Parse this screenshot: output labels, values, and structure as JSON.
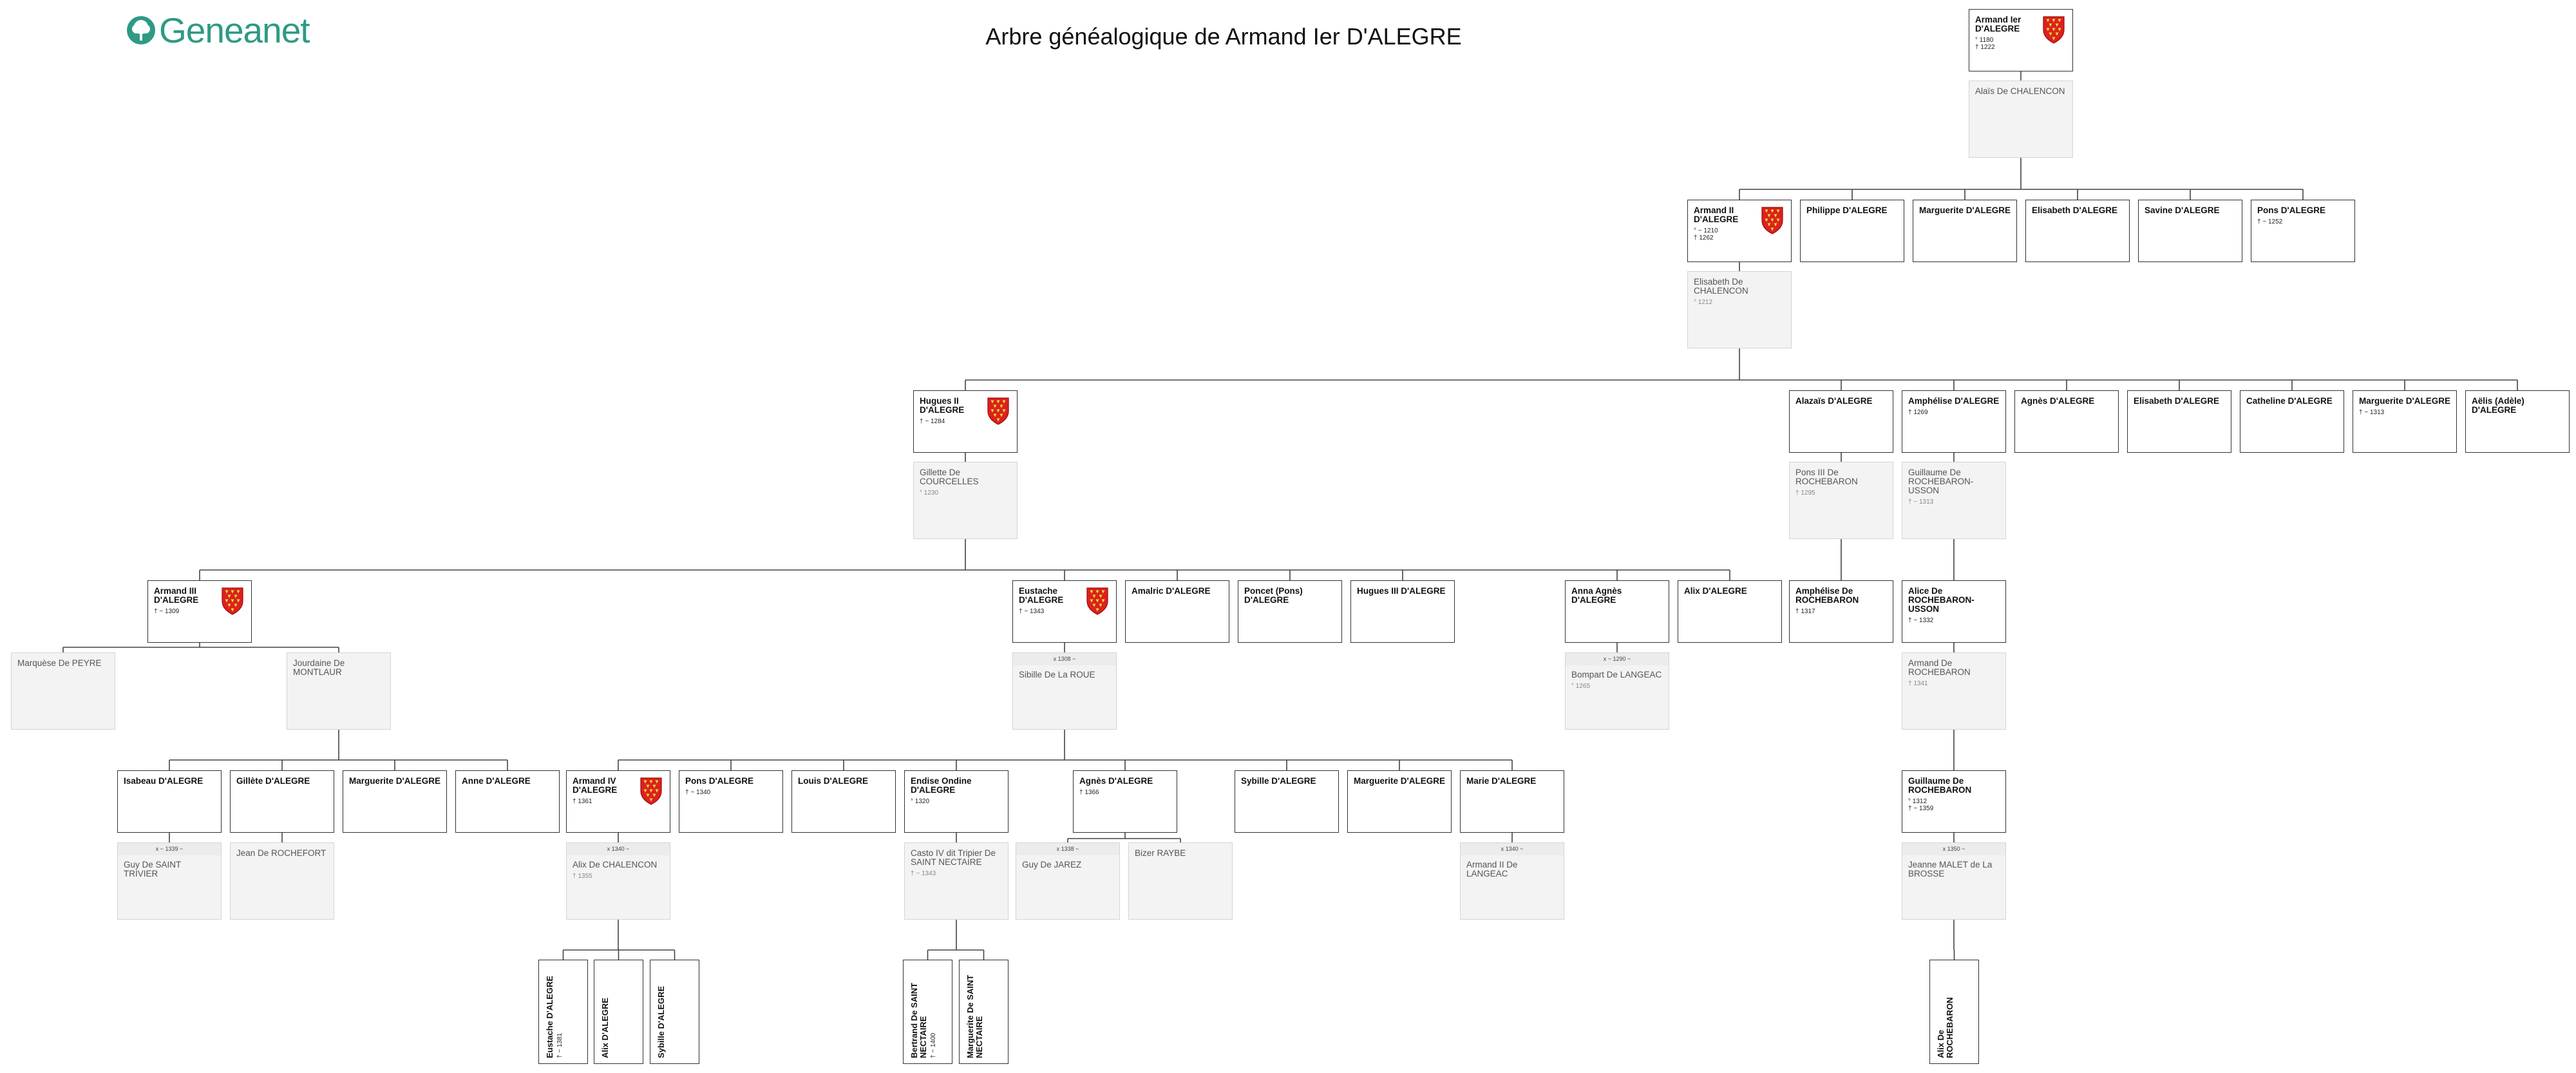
{
  "header": {
    "logo_text": "Geneanet",
    "title": "Arbre généalogique de Armand Ier D'ALEGRE",
    "brand_color": "#2e9a84"
  },
  "persons": [
    {
      "id": "armand1",
      "name": "Armand Ier D'ALEGRE",
      "dates": [
        "° 1180",
        "† 1222"
      ],
      "shield": true
    },
    {
      "id": "alais",
      "name": "Alaïs De CHALENCON",
      "spouse": true
    },
    {
      "id": "armand2",
      "name": "Armand II D'ALEGRE",
      "dates": [
        "° ~ 1210",
        "† 1262"
      ],
      "shield": true
    },
    {
      "id": "philippe",
      "name": "Philippe D'ALEGRE"
    },
    {
      "id": "marguerite1",
      "name": "Marguerite D'ALEGRE"
    },
    {
      "id": "elisabeth1",
      "name": "Elisabeth D'ALEGRE"
    },
    {
      "id": "savine",
      "name": "Savine D'ALEGRE"
    },
    {
      "id": "pons1",
      "name": "Pons D'ALEGRE",
      "dates": [
        "† ~ 1252"
      ]
    },
    {
      "id": "elisabethch",
      "name": "Elisabeth De CHALENCON",
      "dates": [
        "° 1212"
      ],
      "spouse": true
    },
    {
      "id": "hugues2",
      "name": "Hugues II D'ALEGRE",
      "dates": [
        "† ~ 1284"
      ],
      "shield": true
    },
    {
      "id": "alazais",
      "name": "Alazaïs D'ALEGRE"
    },
    {
      "id": "amphelise",
      "name": "Amphélise D'ALEGRE",
      "dates": [
        "† 1269"
      ]
    },
    {
      "id": "agnes1",
      "name": "Agnès D'ALEGRE"
    },
    {
      "id": "elisabeth2",
      "name": "Elisabeth D'ALEGRE"
    },
    {
      "id": "catheline",
      "name": "Catheline D'ALEGRE"
    },
    {
      "id": "marguerite2",
      "name": "Marguerite D'ALEGRE",
      "dates": [
        "† ~ 1313"
      ]
    },
    {
      "id": "aelis",
      "name": "Aëlis (Adèle) D'ALEGRE"
    },
    {
      "id": "gillette",
      "name": "Gillette De COURCELLES",
      "dates": [
        "° 1230"
      ],
      "spouse": true
    },
    {
      "id": "pons3",
      "name": "Pons III De ROCHEBARON",
      "dates": [
        "† 1295"
      ],
      "spouse": true
    },
    {
      "id": "guillaume1",
      "name": "Guillaume De ROCHEBARON-USSON",
      "dates": [
        "† ~ 1313"
      ],
      "spouse": true
    },
    {
      "id": "armand3",
      "name": "Armand III D'ALEGRE",
      "dates": [
        "† ~ 1309"
      ],
      "shield": true
    },
    {
      "id": "eustache",
      "name": "Eustache D'ALEGRE",
      "dates": [
        "† ~ 1343"
      ],
      "shield": true
    },
    {
      "id": "amalric",
      "name": "Amalric D'ALEGRE"
    },
    {
      "id": "poncet",
      "name": "Poncet (Pons) D'ALEGRE"
    },
    {
      "id": "hugues3",
      "name": "Hugues III D'ALEGRE"
    },
    {
      "id": "anna",
      "name": "Anna Agnès D'ALEGRE"
    },
    {
      "id": "alix1",
      "name": "Alix D'ALEGRE"
    },
    {
      "id": "amphelise2",
      "name": "Amphélise De ROCHEBARON",
      "dates": [
        "† 1317"
      ]
    },
    {
      "id": "alice",
      "name": "Alice De ROCHEBARON-USSON",
      "dates": [
        "† ~ 1332"
      ]
    },
    {
      "id": "marquese",
      "name": "Marquèse De PEYRE",
      "spouse": true
    },
    {
      "id": "jourdaine",
      "name": "Jourdaine De MONTLAUR",
      "spouse": true
    },
    {
      "id": "sibille",
      "name": "Sibille De La ROUE",
      "marriage": "x 1308 ~",
      "spouse": true
    },
    {
      "id": "bompart",
      "name": "Bompart De LANGEAC",
      "dates": [
        "° 1265"
      ],
      "marriage": "x ~ 1290 ~",
      "spouse": true
    },
    {
      "id": "armandroch",
      "name": "Armand De ROCHEBARON",
      "dates": [
        "† 1341"
      ],
      "spouse": true
    },
    {
      "id": "isabeau",
      "name": "Isabeau D'ALEGRE"
    },
    {
      "id": "gillete",
      "name": "Gillète D'ALEGRE"
    },
    {
      "id": "marguerite3",
      "name": "Marguerite D'ALEGRE"
    },
    {
      "id": "anne",
      "name": "Anne D'ALEGRE"
    },
    {
      "id": "armand4",
      "name": "Armand IV D'ALEGRE",
      "dates": [
        "† 1361"
      ],
      "shield": true
    },
    {
      "id": "pons2",
      "name": "Pons D'ALEGRE",
      "dates": [
        "† ~ 1340"
      ]
    },
    {
      "id": "louis",
      "name": "Louis D'ALEGRE"
    },
    {
      "id": "endise",
      "name": "Endise Ondine D'ALEGRE",
      "dates": [
        "° 1320"
      ]
    },
    {
      "id": "agnes2",
      "name": "Agnès D'ALEGRE",
      "dates": [
        "† 1366"
      ]
    },
    {
      "id": "sybille",
      "name": "Sybille D'ALEGRE"
    },
    {
      "id": "marguerite4",
      "name": "Marguerite D'ALEGRE"
    },
    {
      "id": "marie",
      "name": "Marie D'ALEGRE"
    },
    {
      "id": "guillaume2",
      "name": "Guillaume De ROCHEBARON",
      "dates": [
        "° 1312",
        "† ~ 1359"
      ]
    },
    {
      "id": "guysaint",
      "name": "Guy De SAINT TRIVIER",
      "marriage": "x ~ 1339 ~",
      "spouse": true
    },
    {
      "id": "jeanroche",
      "name": "Jean De ROCHEFORT",
      "spouse": true
    },
    {
      "id": "alixch",
      "name": "Alix De CHALENCON",
      "dates": [
        "† 1355"
      ],
      "marriage": "x 1340 ~",
      "spouse": true
    },
    {
      "id": "casto",
      "name": "Casto IV dit Tripier De SAINT NECTAIRE",
      "dates": [
        "† ~ 1343"
      ],
      "spouse": true
    },
    {
      "id": "guyjarez",
      "name": "Guy De JAREZ",
      "marriage": "x 1338 ~",
      "spouse": true
    },
    {
      "id": "bizer",
      "name": "Bizer RAYBE",
      "spouse": true
    },
    {
      "id": "armand8",
      "name": "Armand II De LANGEAC",
      "marriage": "x 1340 ~",
      "spouse": true
    },
    {
      "id": "jeanne",
      "name": "Jeanne MALET de La BROSSE",
      "marriage": "x 1350 ~",
      "spouse": true
    },
    {
      "id": "eustache2",
      "name": "Eustache D'ALEGRE",
      "dates": [
        "† ~ 1381"
      ],
      "vertical": true
    },
    {
      "id": "alix2",
      "name": "Alix D'ALEGRE",
      "vertical": true
    },
    {
      "id": "sybille2",
      "name": "Sybille D'ALEGRE",
      "vertical": true
    },
    {
      "id": "bertrand",
      "name": "Bertrand De SAINT NECTAIRE",
      "dates": [
        "† ~ 1400"
      ],
      "vertical": true
    },
    {
      "id": "marguerite5",
      "name": "Marguerite De SAINT NECTAIRE",
      "vertical": true
    },
    {
      "id": "alixroch",
      "name": "Alix De ROCHEBARON",
      "vertical": true
    }
  ]
}
